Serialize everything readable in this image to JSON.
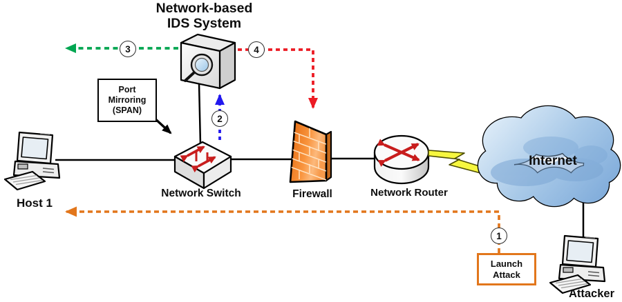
{
  "title": {
    "line1": "Network-based",
    "line2": "IDS System"
  },
  "nodes": {
    "host": {
      "label": "Host 1"
    },
    "network_switch": {
      "label": "Network Switch"
    },
    "firewall": {
      "label": "Firewall"
    },
    "network_router": {
      "label": "Network Router"
    },
    "internet": {
      "label": "Internet"
    },
    "attacker": {
      "label": "Attacker"
    }
  },
  "callouts": {
    "port_mirroring": {
      "line1": "Port",
      "line2": "Mirroring",
      "line3": "(SPAN)"
    },
    "launch_attack": {
      "line1": "Launch",
      "line2": "Attack"
    }
  },
  "flows": [
    {
      "number": "1",
      "color": "#e2761b"
    },
    {
      "number": "2",
      "color": "#2218ee"
    },
    {
      "number": "3",
      "color": "#00a651"
    },
    {
      "number": "4",
      "color": "#ec1b24"
    }
  ],
  "icons": {
    "ids_device": "magnifier-inspection-box-icon",
    "host": "desktop-computer-icon",
    "network_switch": "switch-arrows-box-icon",
    "firewall": "orange-brick-wall-icon",
    "network_router": "router-cylinder-icon",
    "internet": "cloud-icon",
    "attacker": "desktop-computer-icon",
    "uplink": "lightning-bolt-icon"
  },
  "colors": {
    "callout_border_orange": "#e2761b",
    "firewall_orange": "#f08021",
    "cloud_blue": "#8fb8e0",
    "device_arrow_red": "#c81d1d"
  }
}
